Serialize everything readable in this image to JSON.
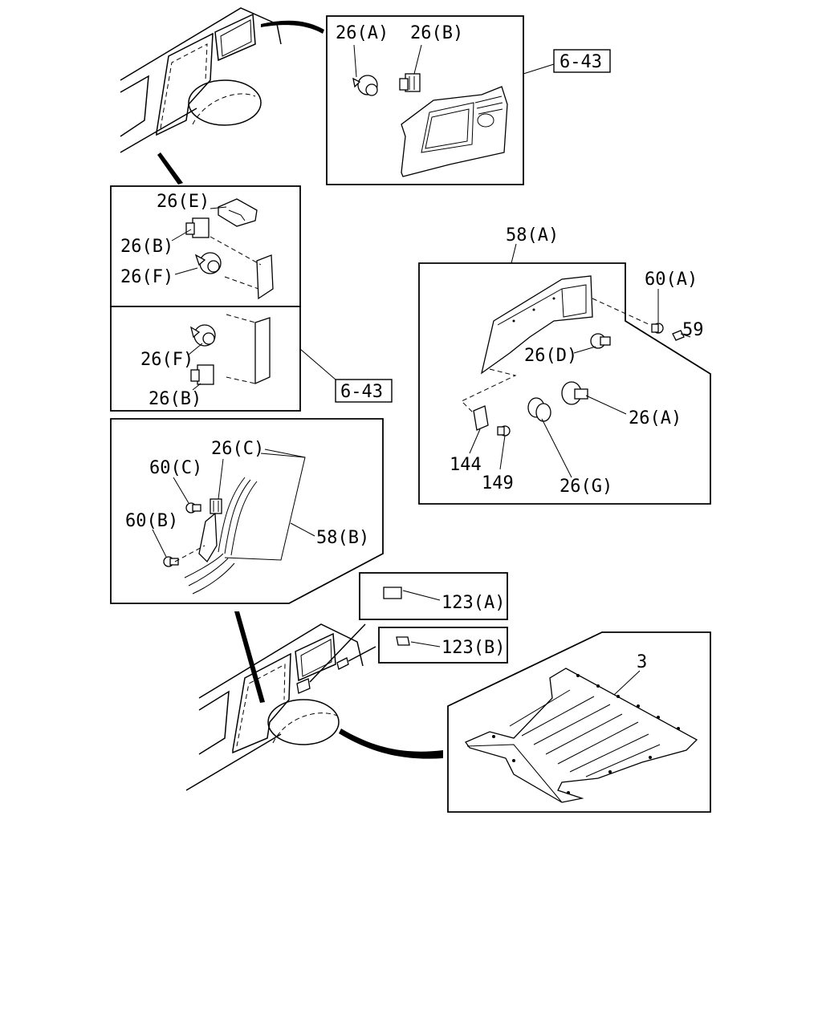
{
  "labels": {
    "l_26a_top": "26(A)",
    "l_26b_top": "26(B)",
    "ref_643_top": "6-43",
    "l_26e": "26(E)",
    "l_26b_mid1": "26(B)",
    "l_26f_mid1": "26(F)",
    "l_26f_mid2": "26(F)",
    "l_26b_mid2": "26(B)",
    "ref_643_mid": "6-43",
    "l_58a": "58(A)",
    "l_60a": "60(A)",
    "l_59": "59",
    "l_26d": "26(D)",
    "l_26a_right": "26(A)",
    "l_144": "144",
    "l_149": "149",
    "l_26g": "26(G)",
    "l_26c": "26(C)",
    "l_60c": "60(C)",
    "l_60b": "60(B)",
    "l_58b": "58(B)",
    "l_123a": "123(A)",
    "l_123b": "123(B)",
    "l_3": "3"
  }
}
